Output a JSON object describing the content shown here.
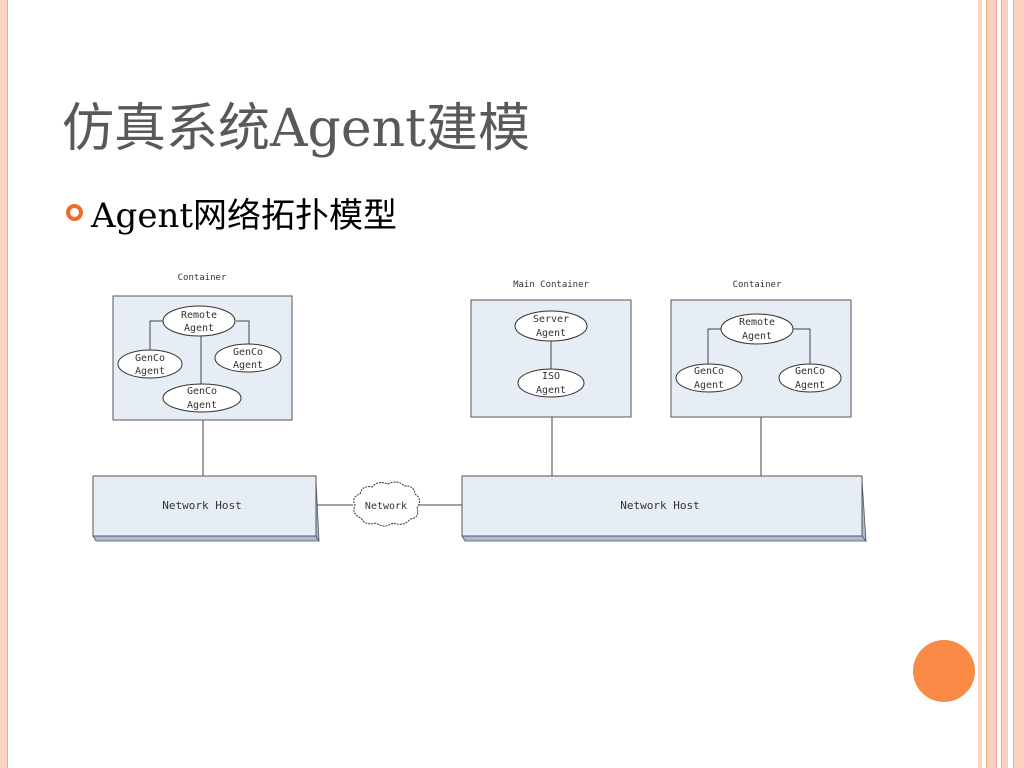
{
  "slide": {
    "title": "仿真系统Agent建模",
    "bullet": "Agent网络拓扑模型"
  },
  "diagram": {
    "left_container": {
      "label": "Container",
      "remote_agent": [
        "Remote",
        "Agent"
      ],
      "genco_left": [
        "GenCo",
        "Agent"
      ],
      "genco_right": [
        "GenCo",
        "Agent"
      ],
      "genco_bottom": [
        "GenCo",
        "Agent"
      ]
    },
    "main_container": {
      "label": "Main Container",
      "server_agent": [
        "Server",
        "Agent"
      ],
      "iso_agent": [
        "ISO",
        "Agent"
      ]
    },
    "right_container": {
      "label": "Container",
      "remote_agent": [
        "Remote",
        "Agent"
      ],
      "genco_left": [
        "GenCo",
        "Agent"
      ],
      "genco_right": [
        "GenCo",
        "Agent"
      ]
    },
    "network_host_left": "Network Host",
    "network_host_right": "Network Host",
    "network_cloud": "Network"
  },
  "colors": {
    "accent": "#f26b2b",
    "frame": "#fbd3c2",
    "box_fill": "#e6edf5",
    "box_stroke": "#555555",
    "orange_dot": "#fb8a46"
  }
}
